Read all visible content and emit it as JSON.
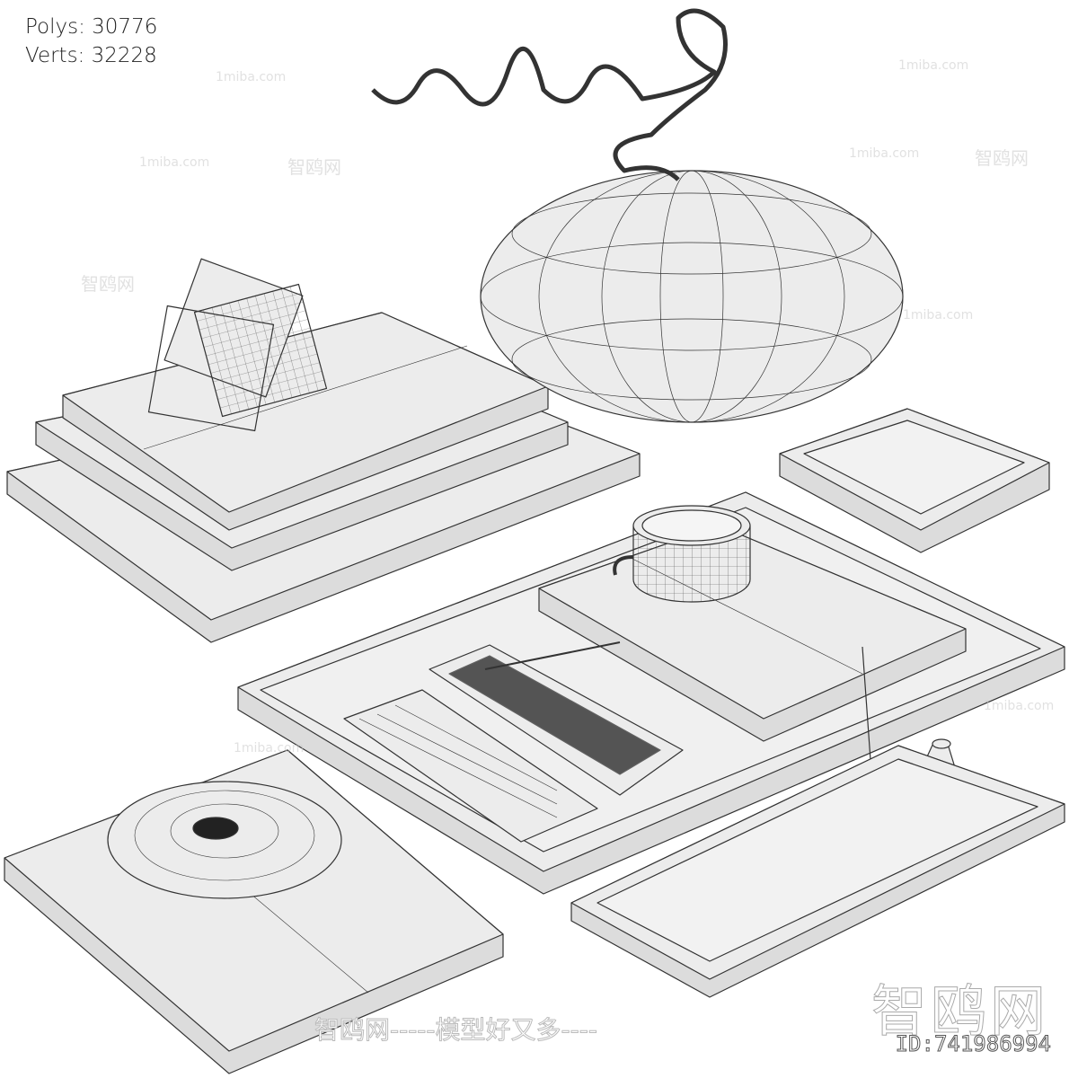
{
  "stats": {
    "polys": "Polys: 30776",
    "verts": "Verts: 32228"
  },
  "watermarks": {
    "site": "1miba.com",
    "brand": "智鸥网",
    "slogan": "智鸥网-----模型好又多----",
    "id": "ID:741986994"
  },
  "colors": {
    "surface": "#ececec",
    "wire": "#333333",
    "background": "#ffffff"
  }
}
